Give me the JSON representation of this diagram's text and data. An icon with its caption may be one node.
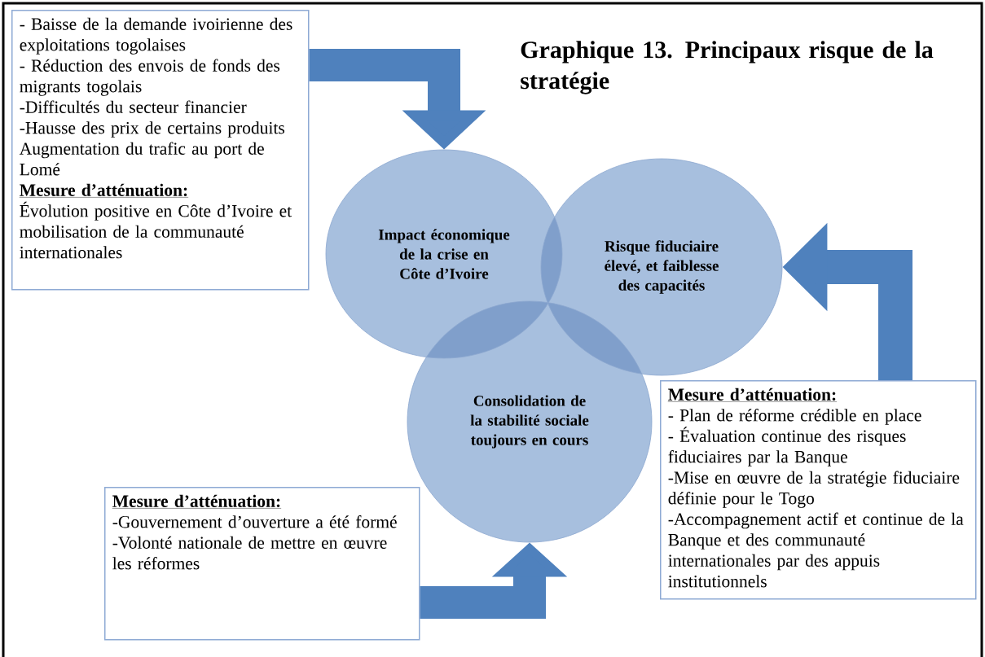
{
  "diagram": {
    "title": "Graphique 13. Principaux risque de la stratégie",
    "nodes": [
      {
        "text": [
          "- Baisse de la demande ivoirienne des exploitations togolaises",
          "- Réduction des envois de fonds des migrants togolais",
          "-Difficultés du secteur financier",
          "-Hausse des prix de certains produits",
          "Augmentation du trafic au port de Lomé",
          "Mesure d’atténuation:",
          "Évolution positive en Côte d’Ivoire et mobilisation de la communauté internationales"
        ]
      },
      {
        "text": [
          "Impact économique de la crise en Côte d’Ivoire"
        ]
      },
      {
        "text": [
          "Risque fiduciaire élevé, et faiblesse des capacités"
        ]
      },
      {
        "text": [
          "Consolidation de la stabilité sociale toujours en cours"
        ]
      },
      {
        "text": [
          "Mesure d’atténuation:",
          "-Gouvernement d’ouverture a été formé",
          "-Volonté nationale de mettre en œuvre les réformes"
        ]
      },
      {
        "text": [
          "Mesure d’atténuation:",
          "- Plan de réforme crédible en place",
          "- Évaluation continue des risques fiduciaires par la Banque",
          "-Mise en œuvre de la stratégie fiduciaire définie pour le Togo",
          "-Accompagnement actif et continue de la Banque et des communauté internationales par des appuis institutionnels"
        ]
      }
    ],
    "edges": [
      {
        "from": 0,
        "to": 1,
        "arrow": "to"
      },
      {
        "from": 4,
        "to": 3,
        "arrow": "to"
      },
      {
        "from": 5,
        "to": 2,
        "arrow": "to"
      }
    ]
  }
}
